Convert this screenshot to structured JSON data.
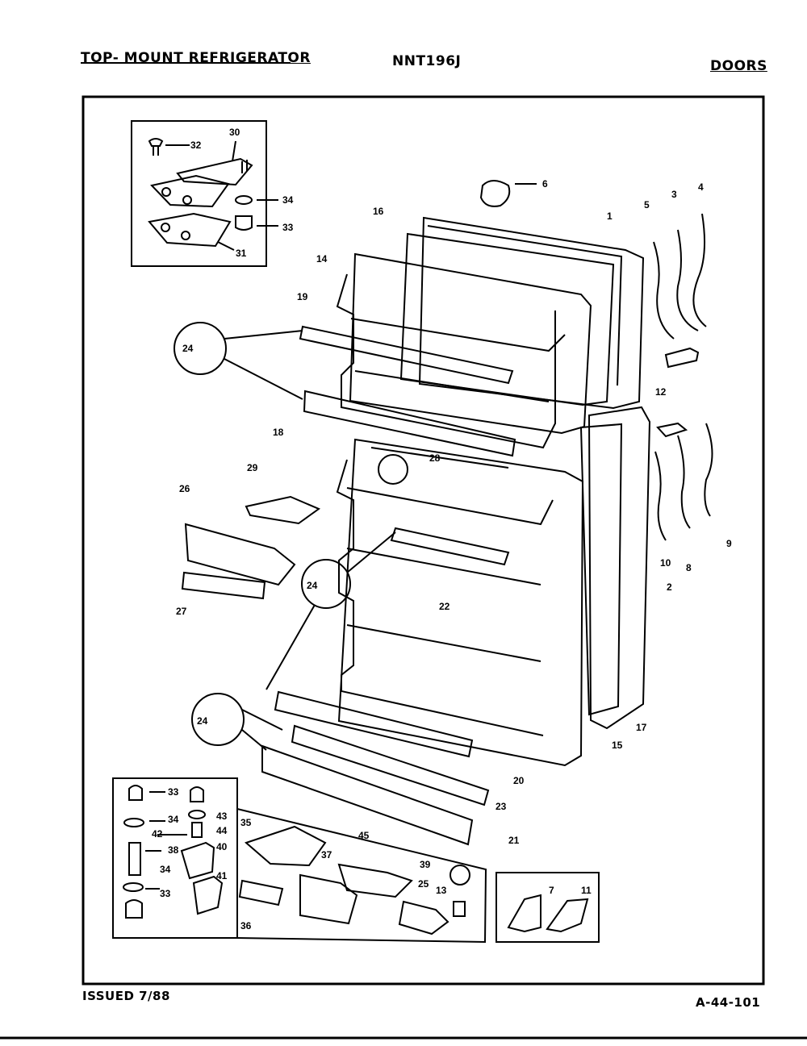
{
  "header": {
    "title_left": "TOP- MOUNT REFRIGERATOR",
    "title_mid": "NNT196J",
    "title_right": "DOORS"
  },
  "footer": {
    "issued": "ISSUED 7/88",
    "page_code": "A-44-101"
  },
  "callouts": {
    "c1": "1",
    "c2": "2",
    "c3": "3",
    "c4": "4",
    "c5": "5",
    "c6": "6",
    "c7": "7",
    "c8": "8",
    "c9": "9",
    "c10": "10",
    "c11": "11",
    "c12": "12",
    "c13": "13",
    "c14": "14",
    "c15": "15",
    "c16": "16",
    "c17": "17",
    "c18": "18",
    "c19": "19",
    "c20": "20",
    "c21": "21",
    "c22": "22",
    "c23": "23",
    "c24a": "24",
    "c24b": "24",
    "c24c": "24",
    "c25": "25",
    "c26": "26",
    "c27": "27",
    "c28": "28",
    "c29": "29",
    "c30": "30",
    "c31": "31",
    "c32": "32",
    "c33a": "33",
    "c33b": "33",
    "c33c": "33",
    "c34a": "34",
    "c34b": "34",
    "c34c": "34",
    "c35": "35",
    "c36": "36",
    "c37": "37",
    "c38": "38",
    "c39": "39",
    "c40": "40",
    "c41": "41",
    "c42": "42",
    "c43": "43",
    "c44": "44",
    "c45": "45"
  }
}
